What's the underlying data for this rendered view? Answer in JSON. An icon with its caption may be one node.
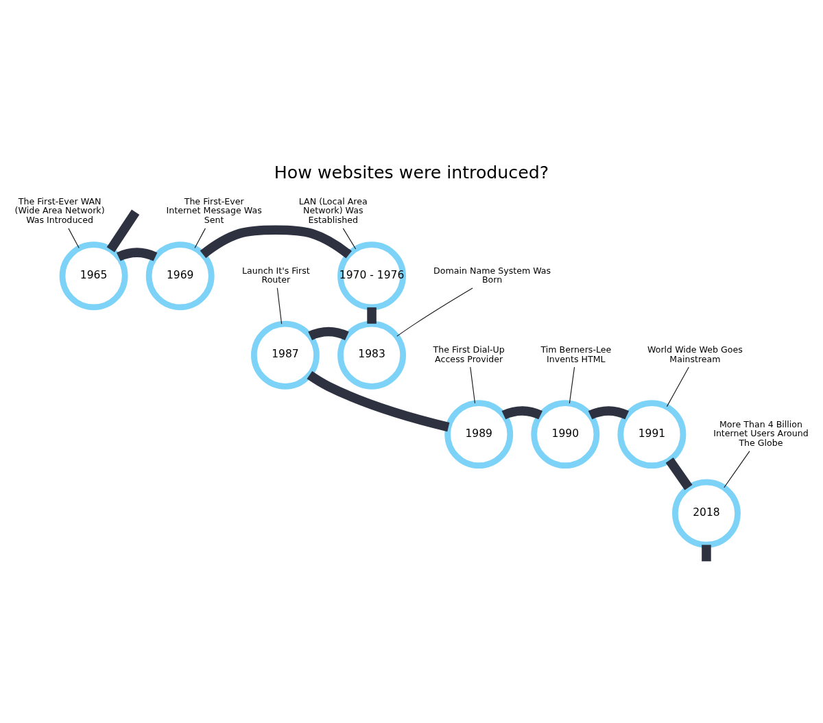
{
  "diagram": {
    "title": "How websites were introduced?",
    "nodes": [
      {
        "text": [
          "The First-Ever WAN (Wide Area Network) Was Introduced"
        ]
      },
      {
        "text": [
          "1965"
        ]
      },
      {
        "text": [
          "The First-Ever Internet Message Was Sent"
        ]
      },
      {
        "text": [
          "1969"
        ]
      },
      {
        "text": [
          "LAN (Local Area Network) Was Established"
        ]
      },
      {
        "text": [
          "1970 - 1976"
        ]
      },
      {
        "text": [
          "Launch It's First Router"
        ]
      },
      {
        "text": [
          "1987"
        ]
      },
      {
        "text": [
          "Domain Name System Was Born"
        ]
      },
      {
        "text": [
          "1983"
        ]
      },
      {
        "text": [
          "The First Dial-Up Access Provider"
        ]
      },
      {
        "text": [
          "1989"
        ]
      },
      {
        "text": [
          "Tim Berners-Lee Invents HTML"
        ]
      },
      {
        "text": [
          "1990"
        ]
      },
      {
        "text": [
          "World Wide Web Goes Mainstream"
        ]
      },
      {
        "text": [
          "1991"
        ]
      },
      {
        "text": [
          "More Than 4 Billion Internet Users Around The Globe"
        ]
      },
      {
        "text": [
          "2018"
        ]
      }
    ],
    "edges": [
      {
        "from": 0,
        "to": 1,
        "arrow": "none",
        "color": "#1a1a1a"
      },
      {
        "from": 2,
        "to": 3,
        "arrow": "none",
        "color": "#1a1a1a"
      },
      {
        "from": 4,
        "to": 5,
        "arrow": "none",
        "color": "#1a1a1a"
      },
      {
        "from": 6,
        "to": 7,
        "arrow": "none",
        "color": "#1a1a1a"
      },
      {
        "from": 8,
        "to": 9,
        "arrow": "none",
        "color": "#1a1a1a"
      },
      {
        "from": 10,
        "to": 11,
        "arrow": "none",
        "color": "#1a1a1a"
      },
      {
        "from": 12,
        "to": 13,
        "arrow": "none",
        "color": "#1a1a1a"
      },
      {
        "from": 14,
        "to": 15,
        "arrow": "none",
        "color": "#1a1a1a"
      },
      {
        "from": 16,
        "to": 17,
        "arrow": "none",
        "color": "#1a1a1a"
      },
      {
        "from": null,
        "to": 1,
        "arrow": "none"
      },
      {
        "from": 1,
        "to": 3,
        "arrow": "none"
      },
      {
        "from": 3,
        "to": 5,
        "arrow": "none"
      },
      {
        "from": 5,
        "to": 9,
        "arrow": "none"
      },
      {
        "from": 9,
        "to": 7,
        "arrow": "none"
      },
      {
        "from": 7,
        "to": 11,
        "arrow": "none"
      },
      {
        "from": 11,
        "to": 13,
        "arrow": "none"
      },
      {
        "from": 13,
        "to": 15,
        "arrow": "none"
      },
      {
        "from": 15,
        "to": 17,
        "arrow": "none"
      },
      {
        "from": 17,
        "to": null,
        "arrow": "none"
      }
    ]
  }
}
